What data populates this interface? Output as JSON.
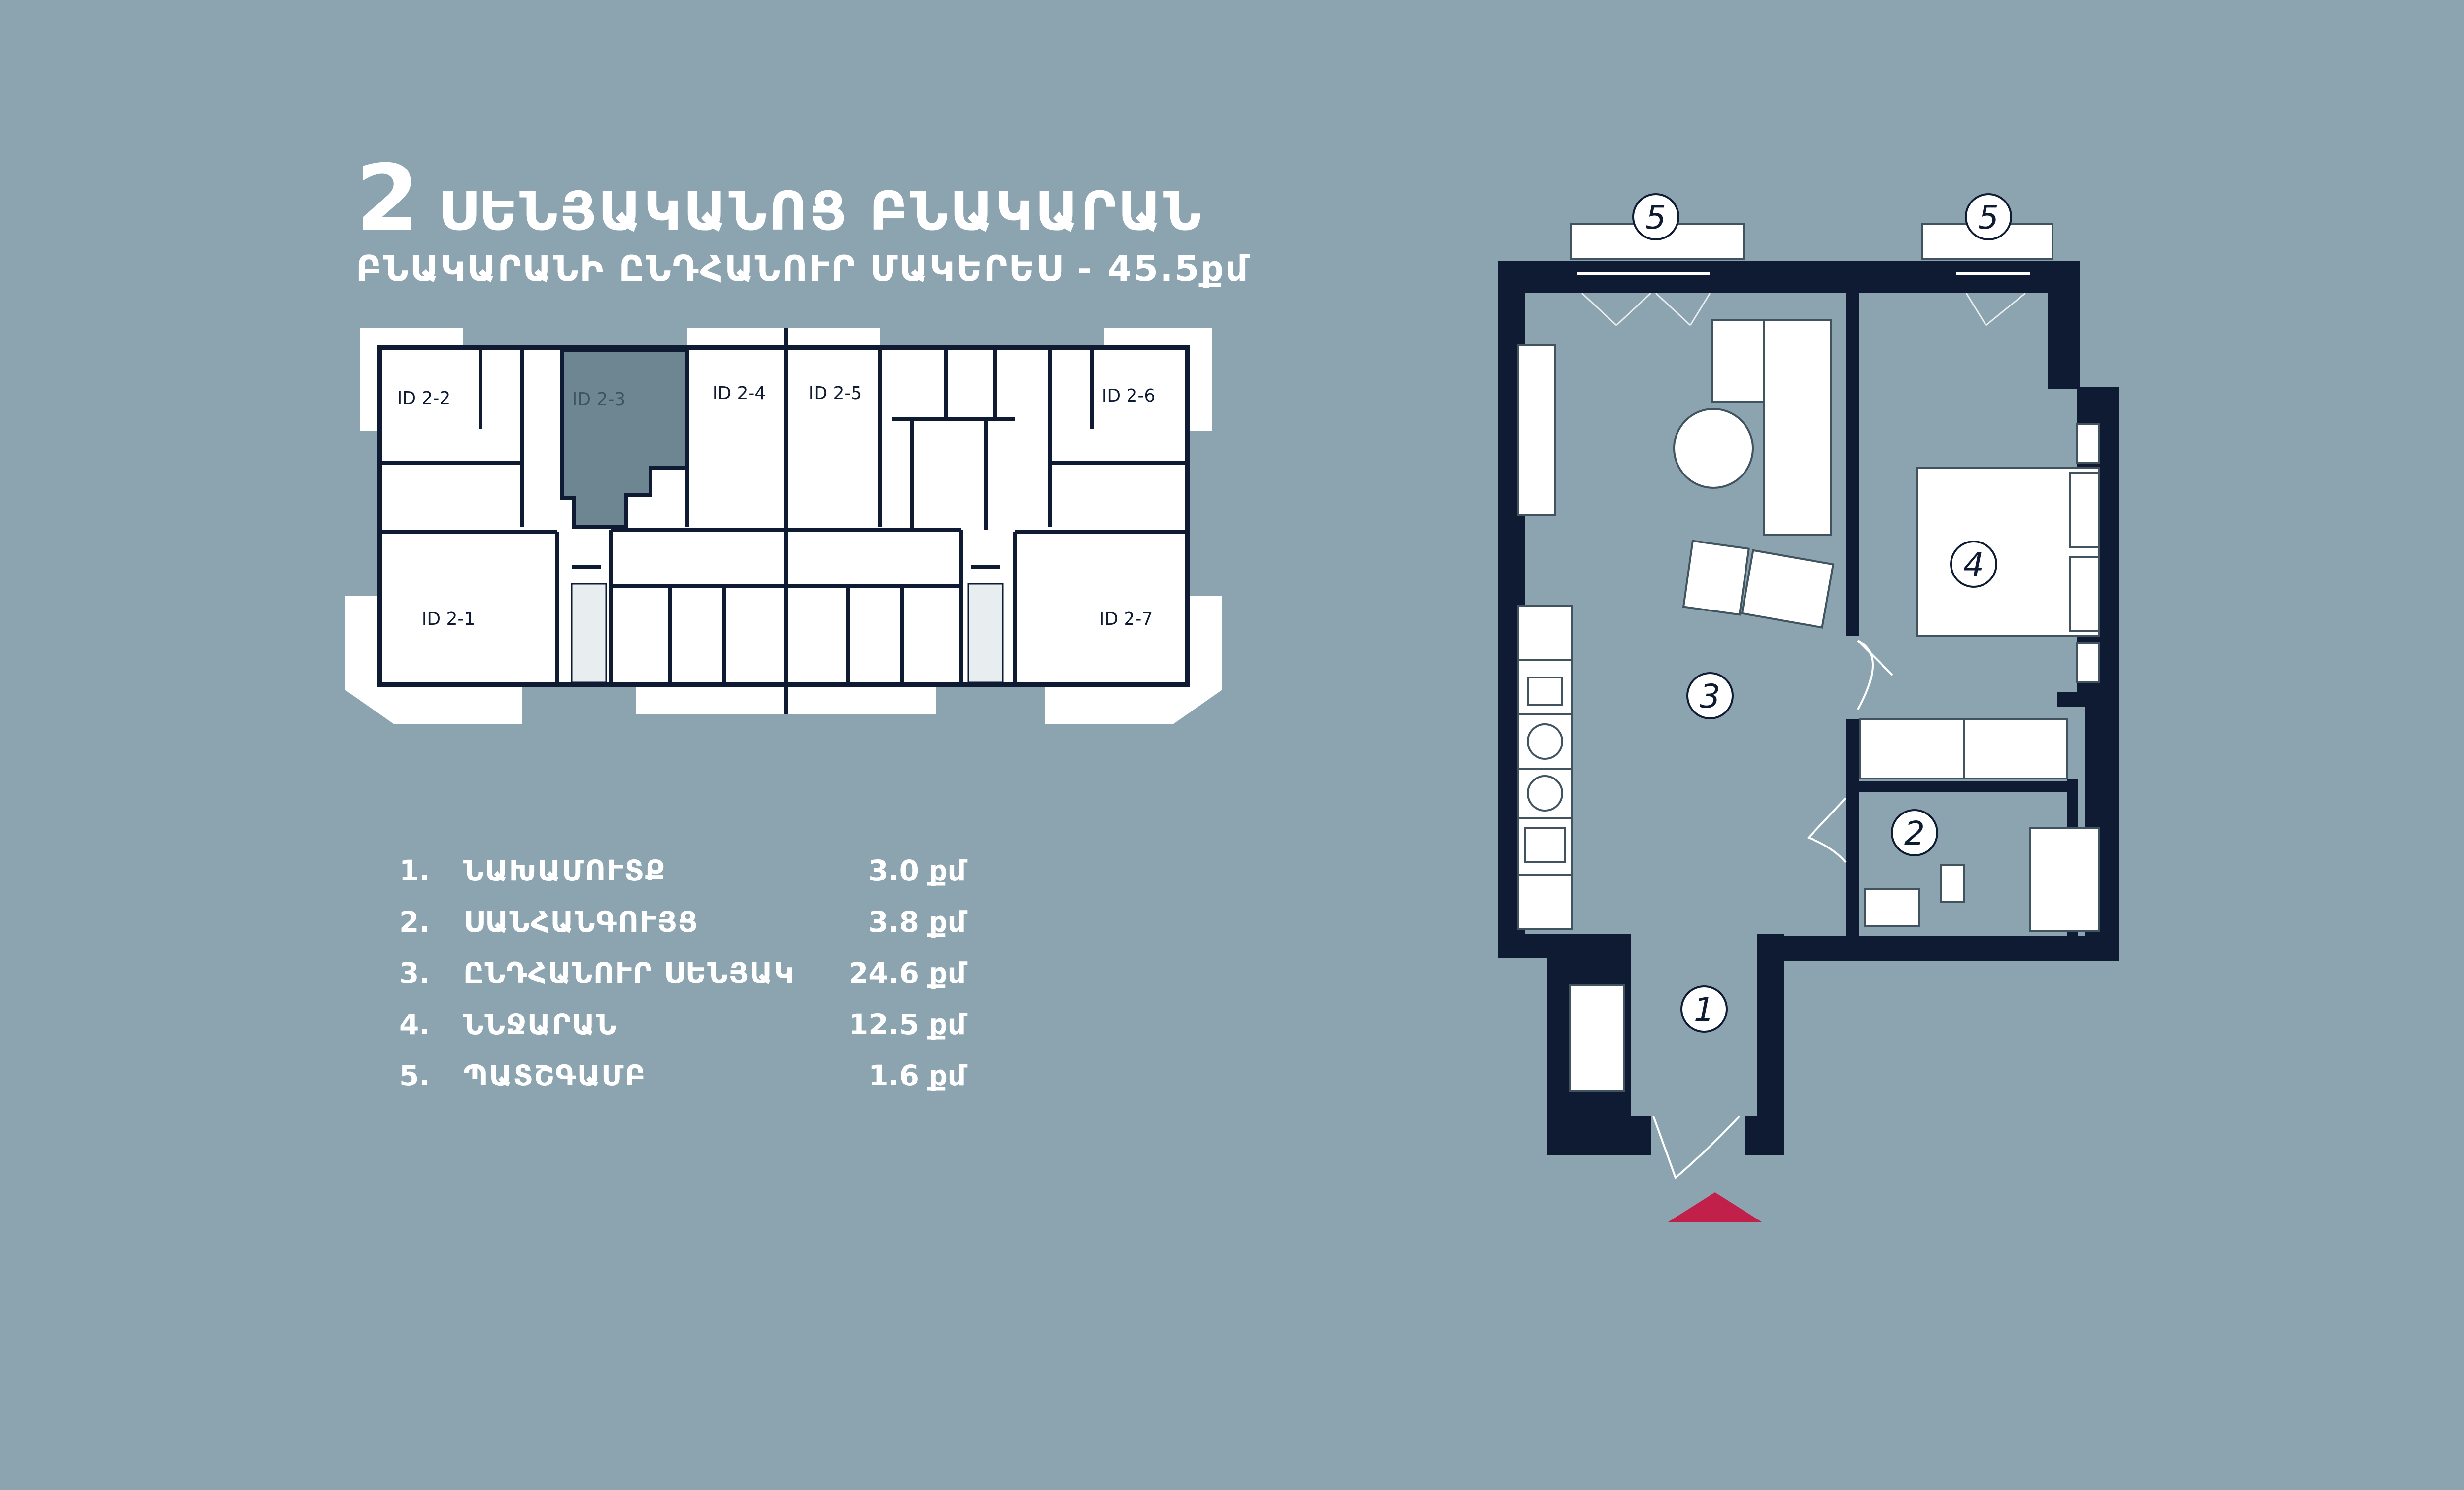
{
  "header": {
    "rooms_count": "2",
    "title": "ՍԵՆՅԱԿԱՆՈՑ ԲՆԱԿԱՐԱՆ",
    "subtitle": "ԲՆԱԿԱՐԱՆԻ ԸՆԴՀԱՆՈՒՐ ՄԱԿԵՐԵՍ - 45.5քմ"
  },
  "floor_plan": {
    "units": [
      "ID 2-2",
      "ID 2-3",
      "ID 2-4",
      "ID 2-5",
      "ID 2-6",
      "ID 2-1",
      "ID 2-7"
    ],
    "highlighted_unit": "ID 2-3"
  },
  "legend": [
    {
      "num": "1.",
      "name": "ՆԱԽԱՄՈՒՏՔ",
      "area": "3.0 քմ"
    },
    {
      "num": "2.",
      "name": "ՍԱՆՀԱՆԳՈՒՅՑ",
      "area": "3.8 քմ"
    },
    {
      "num": "3.",
      "name": "ԸՆԴՀԱՆՈՒՐ ՍԵՆՅԱԿ",
      "area": "24.6 քմ"
    },
    {
      "num": "4.",
      "name": "ՆՆՋԱՐԱՆ",
      "area": "12.5 քմ"
    },
    {
      "num": "5.",
      "name": "ՊԱՏՇԳԱՄԲ",
      "area": "1.6 քմ"
    }
  ],
  "apartment_plan": {
    "room_markers": [
      "1",
      "2",
      "3",
      "4",
      "5",
      "5"
    ]
  },
  "colors": {
    "background": "#8ca4b0",
    "wall": "#0e1b33",
    "highlight": "#6e8692",
    "entrance_marker": "#c0204a"
  }
}
